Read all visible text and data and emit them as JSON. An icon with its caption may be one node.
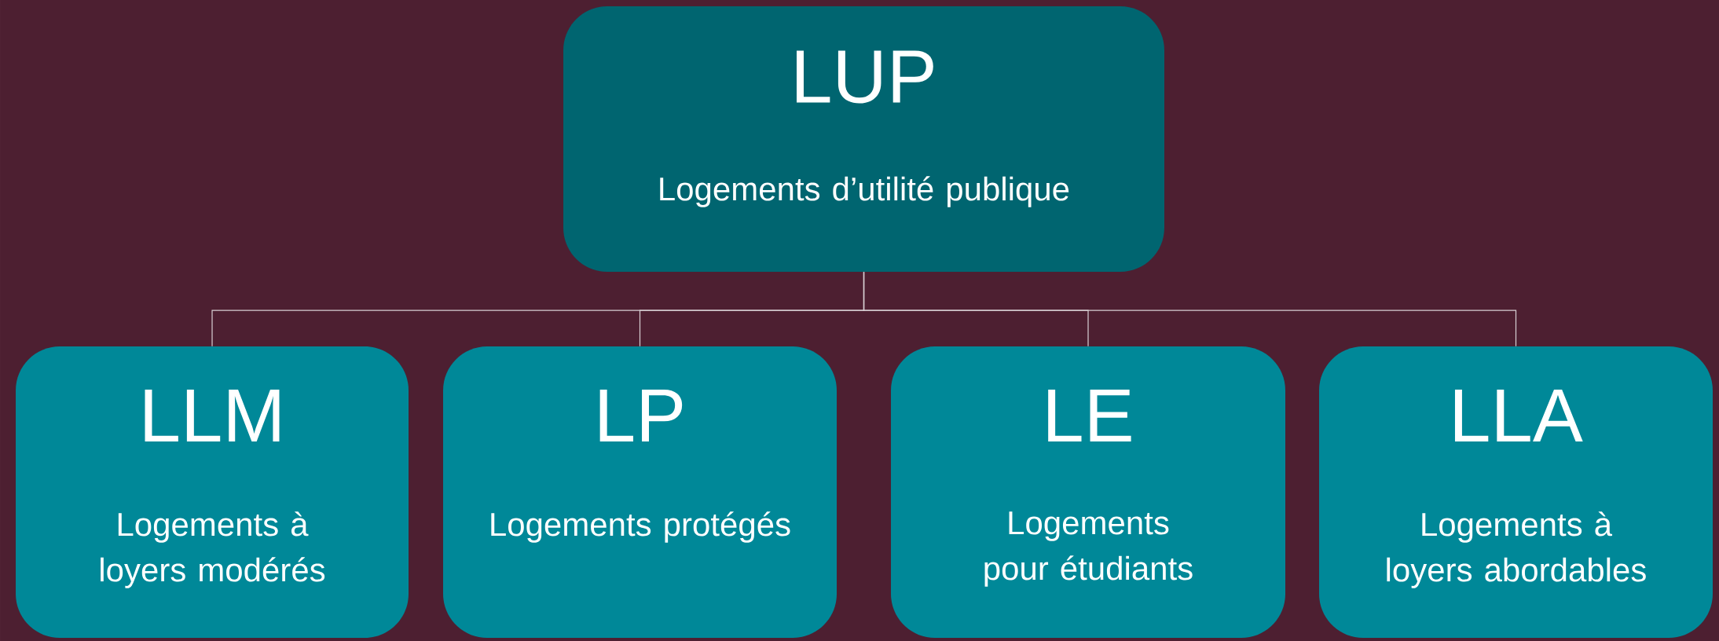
{
  "diagram": {
    "nodes": [
      {
        "text": [
          "LUP",
          "Logements d’utilité publique"
        ]
      },
      {
        "text": [
          "LLM",
          "Logements à loyers modérés"
        ]
      },
      {
        "text": [
          "LP",
          "Logements protégés"
        ]
      },
      {
        "text": [
          "LE",
          "Logements pour étudiants"
        ]
      },
      {
        "text": [
          "LLA",
          "Logements à loyers abordables"
        ]
      }
    ],
    "edges": [
      {
        "from": 0,
        "to": 1,
        "arrow": "none"
      },
      {
        "from": 0,
        "to": 2,
        "arrow": "none"
      },
      {
        "from": 0,
        "to": 3,
        "arrow": "none"
      },
      {
        "from": 0,
        "to": 4,
        "arrow": "none"
      }
    ]
  }
}
